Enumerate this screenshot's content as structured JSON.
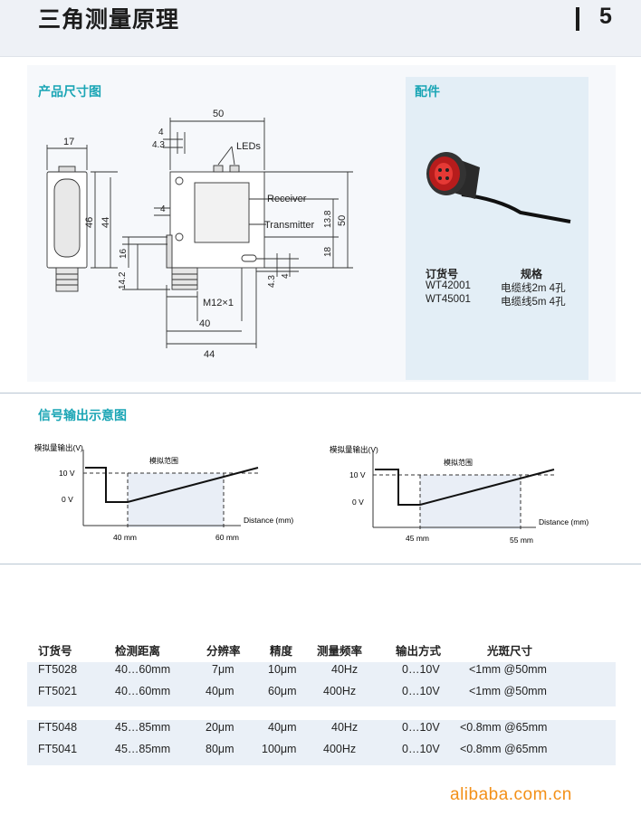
{
  "header": {
    "title": "三角测量原理",
    "page_number": "5"
  },
  "dimensions": {
    "title": "产品尺寸图",
    "labels": {
      "w50": "50",
      "d4a": "4",
      "d43a": "4.3",
      "leds": "LEDs",
      "w17": "17",
      "h46": "46",
      "h44": "44",
      "receiver": "Receiver",
      "transmitter": "Transmitter",
      "h13_8": "13.8",
      "h50r": "50",
      "d4b": "4",
      "h16": "16",
      "h18": "18",
      "h14_2": "14.2",
      "d43b": "4.3",
      "d4c": "4",
      "thread": "M12×1",
      "w40": "40",
      "w44": "44"
    }
  },
  "accessories": {
    "title": "配件",
    "col_order": "订货号",
    "col_spec": "规格",
    "items": [
      {
        "order": "WT42001",
        "spec": "电缆线2m 4孔"
      },
      {
        "order": "WT45001",
        "spec": "电缆线5m 4孔"
      }
    ]
  },
  "signal": {
    "title": "信号输出示意图",
    "charts": [
      {
        "y_axis": "模拟量输出(V)",
        "range_label": "模拟范围",
        "v10": "10 V",
        "v0": "0 V",
        "x_axis": "Distance (mm)",
        "x_start": "40 mm",
        "x_end": "60 mm"
      },
      {
        "y_axis": "模拟量输出(V)",
        "range_label": "模拟范围",
        "v10": "10 V",
        "v0": "0 V",
        "x_axis": "Distance (mm)",
        "x_start": "45 mm",
        "x_end": "55 mm"
      }
    ]
  },
  "table": {
    "headers": [
      "订货号",
      "检测距离",
      "分辨率",
      "精度",
      "测量频率",
      "输出方式",
      "光斑尺寸"
    ],
    "rows": [
      [
        "FT5028",
        "40…60mm",
        "7μm",
        "10μm",
        "40Hz",
        "0…10V",
        "<1mm @50mm"
      ],
      [
        "FT5021",
        "40…60mm",
        "40μm",
        "60μm",
        "400Hz",
        "0…10V",
        "<1mm @50mm"
      ],
      [
        "FT5048",
        "45…85mm",
        "20μm",
        "40μm",
        "40Hz",
        "0…10V",
        "<0.8mm @65mm"
      ],
      [
        "FT5041",
        "45…85mm",
        "80μm",
        "100μm",
        "400Hz",
        "0…10V",
        "<0.8mm @65mm"
      ]
    ]
  },
  "watermark": "alibaba.com.cn"
}
